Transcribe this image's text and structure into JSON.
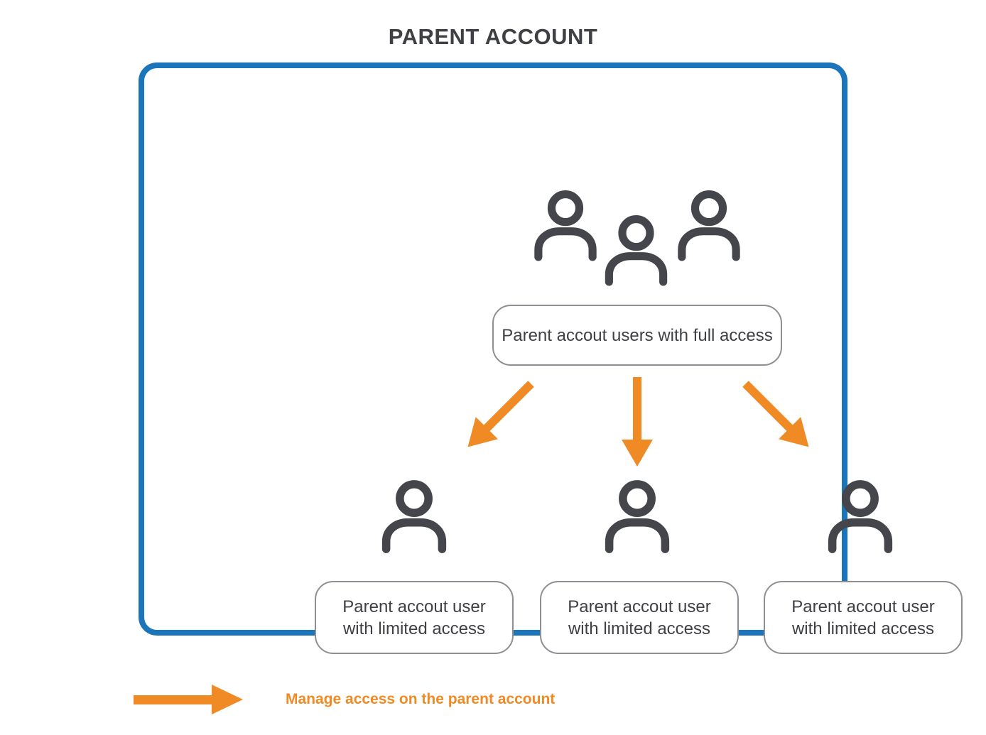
{
  "title": "PARENT ACCOUNT",
  "colors": {
    "blue": "#1b75ba",
    "orange": "#ef8a24",
    "dark": "#45464b",
    "text": "#3f4044",
    "border": "#8d8f94"
  },
  "parent_node": {
    "icon": "users-group-icon",
    "label": "Parent accout users with full access"
  },
  "children": [
    {
      "icon": "user-icon",
      "line1": "Parent accout user",
      "line2": "with limited access"
    },
    {
      "icon": "user-icon",
      "line1": "Parent accout user",
      "line2": "with limited access"
    },
    {
      "icon": "user-icon",
      "line1": "Parent accout user",
      "line2": "with limited access"
    }
  ],
  "legend": {
    "icon": "right-arrow-icon",
    "label": "Manage access on the parent account"
  }
}
